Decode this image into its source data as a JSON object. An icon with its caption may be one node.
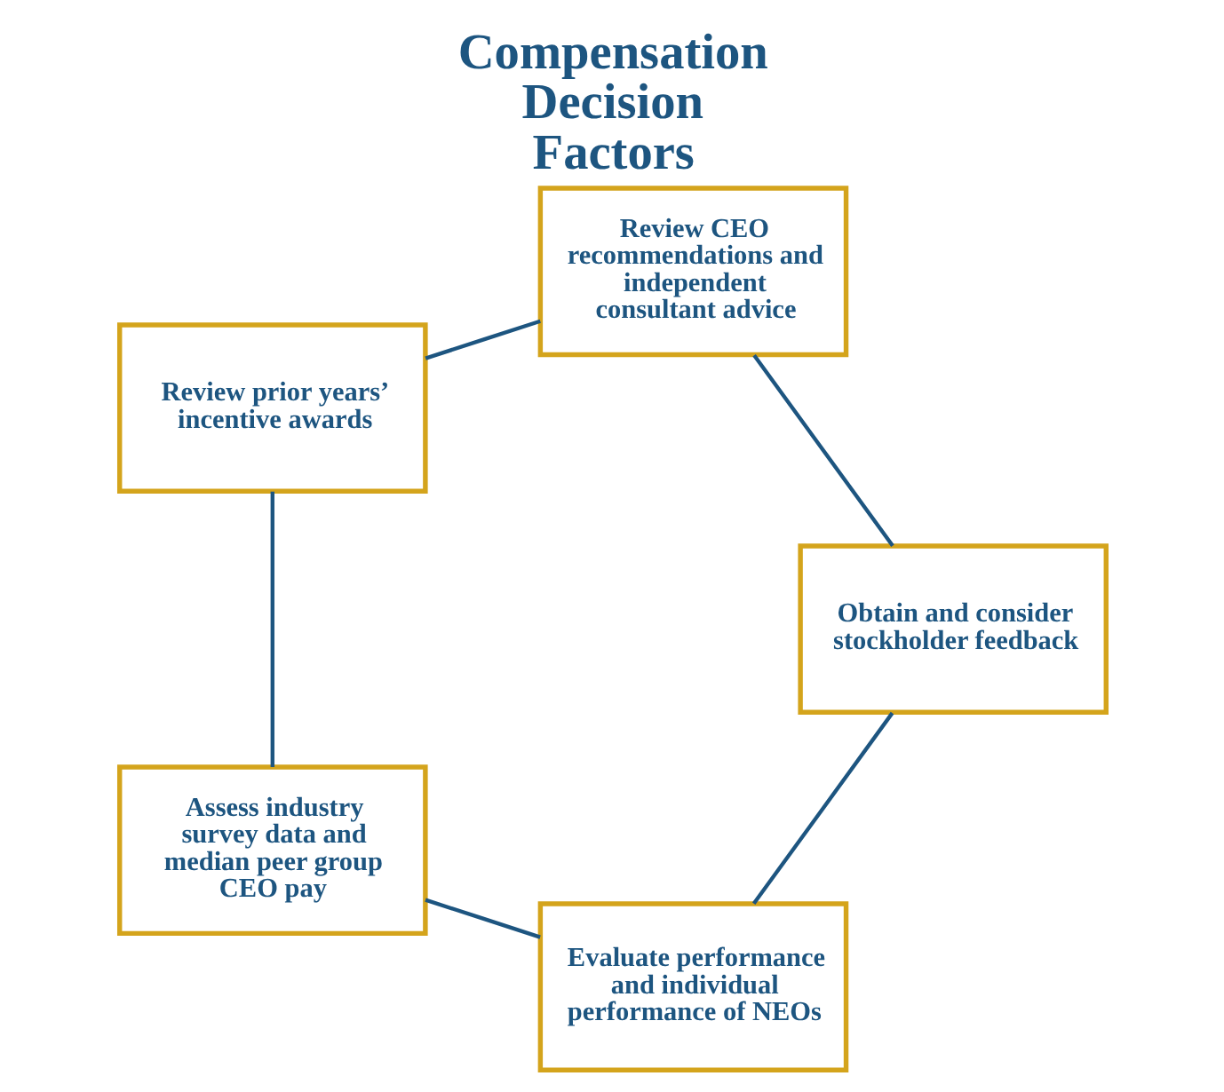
{
  "diagram": {
    "title": "Compensation Decision Factors",
    "nodes": [
      {
        "text": [
          "Evaluate performance and individual performance of NEOs"
        ]
      },
      {
        "text": [
          "Assess industry survey data and median peer group CEO pay"
        ]
      },
      {
        "text": [
          "Review prior years’ incentive awards"
        ]
      },
      {
        "text": [
          "Review CEO recommendations and independent consultant advice"
        ]
      },
      {
        "text": [
          "Obtain and consider stockholder feedback"
        ]
      }
    ],
    "edges": [
      {
        "from": 0,
        "to": 1,
        "arrow": "none"
      },
      {
        "from": 1,
        "to": 2,
        "arrow": "none"
      },
      {
        "from": 2,
        "to": 3,
        "arrow": "none"
      },
      {
        "from": 3,
        "to": 4,
        "arrow": "none"
      },
      {
        "from": 4,
        "to": 0,
        "arrow": "none"
      }
    ]
  }
}
